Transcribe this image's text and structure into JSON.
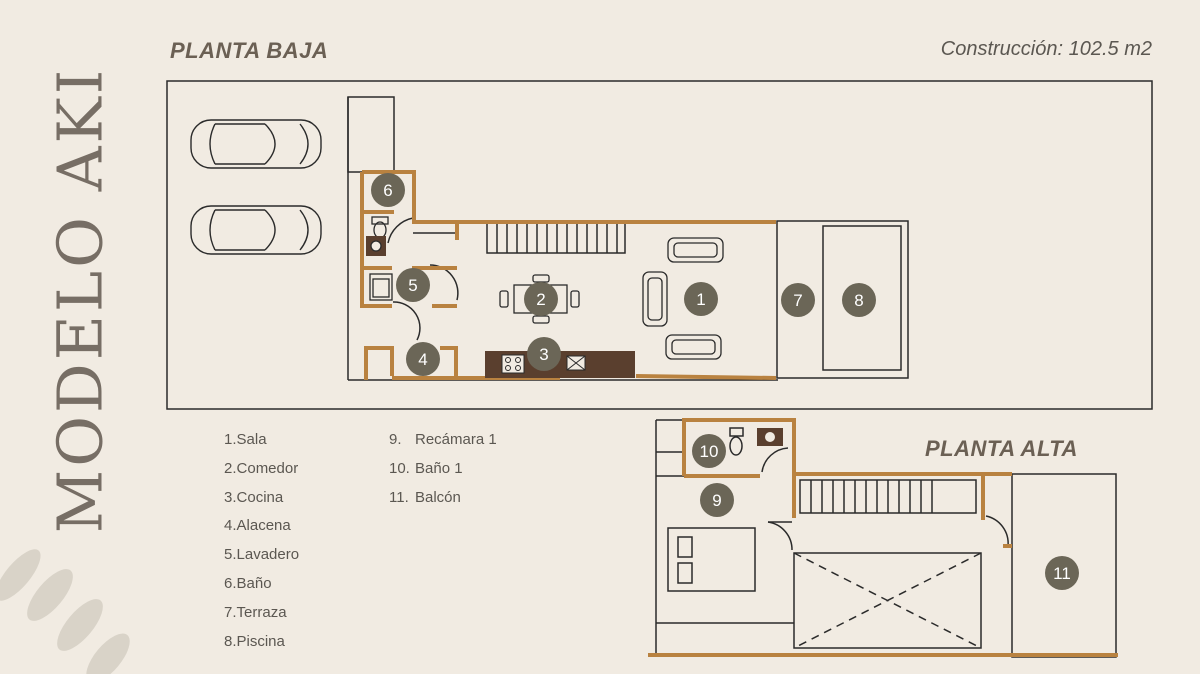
{
  "brand_title": "MODELO AKI",
  "ground_floor": {
    "title": "PLANTA BAJA"
  },
  "upper_floor": {
    "title": "PLANTA ALTA"
  },
  "construction_area": "Construcción: 102.5 m2",
  "legend_col1": [
    {
      "num": "1.",
      "label": "Sala"
    },
    {
      "num": "2.",
      "label": "Comedor"
    },
    {
      "num": "3.",
      "label": "Cocina"
    },
    {
      "num": "4.",
      "label": "Alacena"
    },
    {
      "num": "5.",
      "label": "Lavadero"
    },
    {
      "num": "6.",
      "label": "Baño"
    },
    {
      "num": "7.",
      "label": "Terraza"
    },
    {
      "num": "8.",
      "label": "Piscina"
    }
  ],
  "legend_col2": [
    {
      "num": "9.",
      "label": "Recámara 1"
    },
    {
      "num": "10.",
      "label": "Baño 1"
    },
    {
      "num": "11.",
      "label": "Balcón"
    }
  ],
  "markers": [
    "1",
    "2",
    "3",
    "4",
    "5",
    "6",
    "7",
    "8",
    "9",
    "10",
    "11"
  ],
  "colors": {
    "background": "#f1ebe2",
    "wall": "#b98240",
    "marker": "#6b6657",
    "line": "#2b2b2b",
    "counter": "#5a3f2e"
  }
}
